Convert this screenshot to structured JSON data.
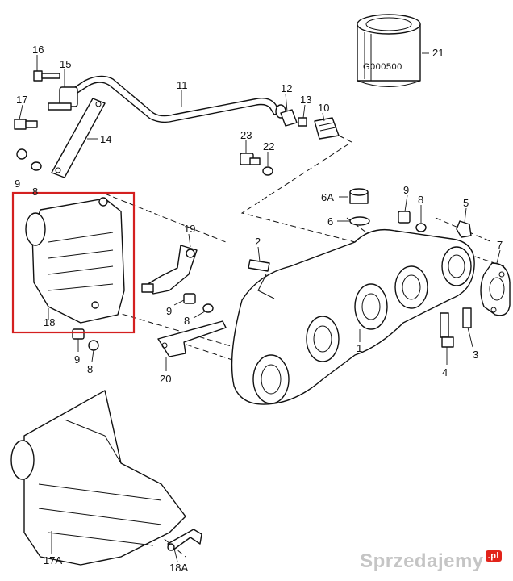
{
  "diagram": {
    "part_numbers": [
      "16",
      "15",
      "11",
      "12",
      "13",
      "10",
      "21",
      "17",
      "14",
      "9",
      "8",
      "23",
      "22",
      "6A",
      "6",
      "9",
      "8",
      "5",
      "7",
      "18",
      "19",
      "2",
      "9",
      "8",
      "1",
      "3",
      "4",
      "9",
      "8",
      "20",
      "17A",
      "18A"
    ],
    "filter_label": "G000500",
    "highlight_color": "#d42020"
  },
  "watermark": {
    "text": "Sprzedajemy",
    "badge": ".pl"
  }
}
